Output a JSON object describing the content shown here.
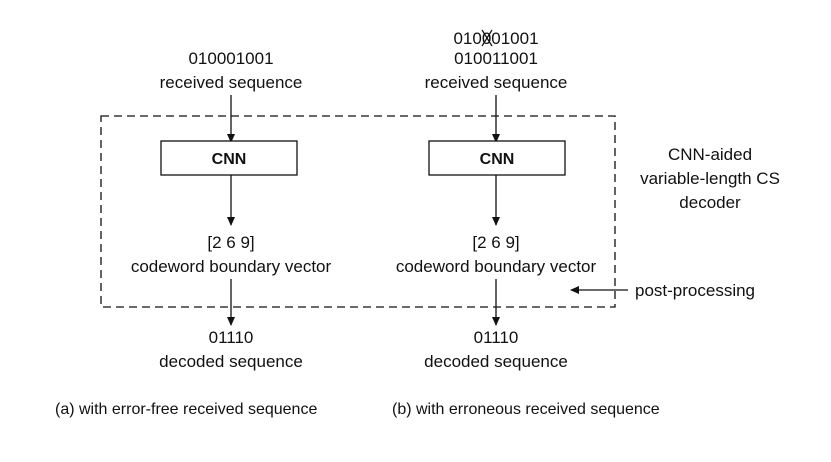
{
  "panel_a": {
    "input_bits": "010001001",
    "input_label": "received sequence",
    "block_label": "CNN",
    "vector": "[2 6 9]",
    "vector_label": "codeword boundary vector",
    "output_bits": "01110",
    "output_label": "decoded sequence",
    "caption": "(a) with error-free received sequence"
  },
  "panel_b": {
    "input_bits_original": "010001001",
    "input_bits": "010011001",
    "input_label": "received sequence",
    "block_label": "CNN",
    "vector": "[2 6 9]",
    "vector_label": "codeword boundary vector",
    "output_bits": "01110",
    "output_label": "decoded sequence",
    "caption": "(b) with erroneous received sequence"
  },
  "decoder_label": {
    "line1": "CNN-aided",
    "line2": "variable-length CS",
    "line3": "decoder"
  },
  "post_processing_label": "post-processing"
}
